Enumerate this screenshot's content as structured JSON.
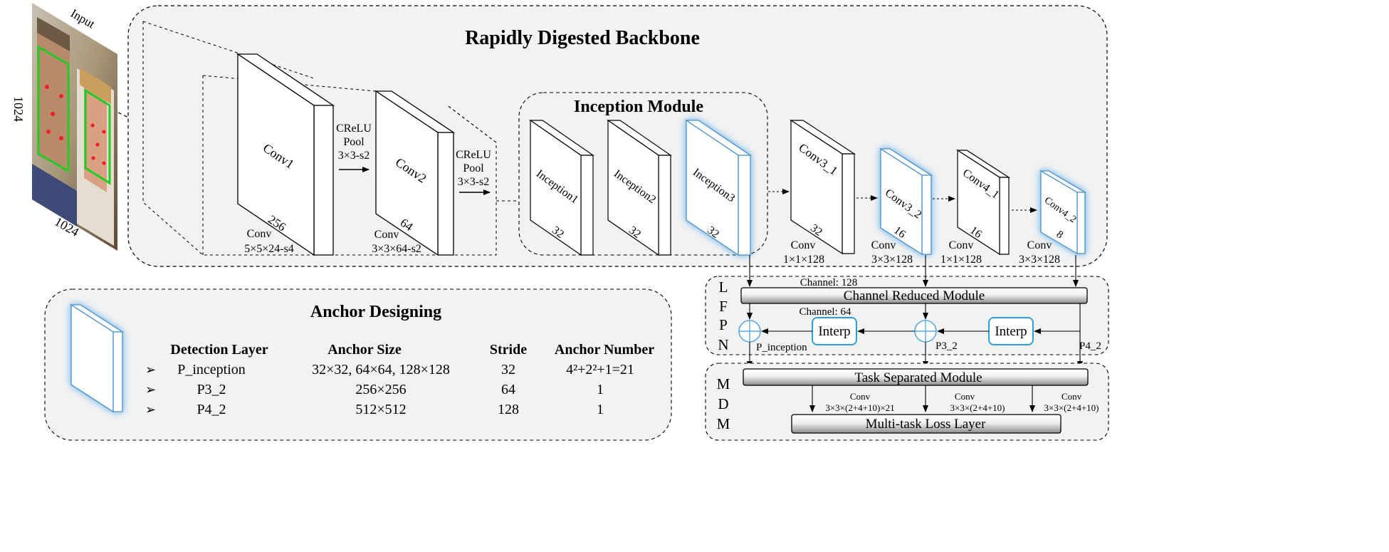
{
  "input": {
    "label": "Input",
    "height_label": "1024",
    "width_label": "1024"
  },
  "backbone": {
    "title": "Rapidly Digested Backbone",
    "conv1": {
      "name": "Conv1",
      "channels": "256",
      "op": "Conv",
      "spec": "5×5×24-s4"
    },
    "conv2": {
      "name": "Conv2",
      "channels": "64",
      "op": "Conv",
      "spec": "3×3×64-s2"
    },
    "pool1": {
      "line1": "CReLU",
      "line2": "Pool",
      "line3": "3×3-s2"
    },
    "pool2": {
      "line1": "CReLU",
      "line2": "Pool",
      "line3": "3×3-s2"
    },
    "inception_module": {
      "title": "Inception Module",
      "blocks": [
        {
          "name": "Inception1",
          "channels": "32"
        },
        {
          "name": "Inception2",
          "channels": "32"
        },
        {
          "name": "Inception3",
          "channels": "32"
        }
      ]
    },
    "conv3_1": {
      "name": "Conv3_1",
      "channels": "32",
      "op": "Conv",
      "spec": "1×1×128"
    },
    "conv3_2": {
      "name": "Conv3_2",
      "channels": "16",
      "op": "Conv",
      "spec": "3×3×128"
    },
    "conv4_1": {
      "name": "Conv4_1",
      "channels": "16",
      "op": "Conv",
      "spec": "1×1×128"
    },
    "conv4_2": {
      "name": "Conv4_2",
      "channels": "8",
      "op": "Conv",
      "spec": "3×3×128"
    }
  },
  "lfpn": {
    "letters": [
      "L",
      "F",
      "P",
      "N"
    ],
    "channel_128": "Channel: 128",
    "channel_64": "Channel: 64",
    "channel_reduced": "Channel Reduced Module",
    "interp": "Interp",
    "p_inception": "P_inception",
    "p3_2": "P3_2",
    "p4_2": "P4_2"
  },
  "mdm": {
    "letters": [
      "M",
      "D",
      "M"
    ],
    "task_separated": "Task Separated Module",
    "loss": "Multi-task Loss Layer",
    "convs": [
      {
        "op": "Conv",
        "spec": "3×3×(2+4+10)×21"
      },
      {
        "op": "Conv",
        "spec": "3×3×(2+4+10)"
      },
      {
        "op": "Conv",
        "spec": "3×3×(2+4+10)"
      }
    ]
  },
  "anchor": {
    "title": "Anchor Designing",
    "headers": [
      "Detection Layer",
      "Anchor Size",
      "Stride",
      "Anchor Number"
    ],
    "rows": [
      {
        "layer": "P_inception",
        "size": "32×32, 64×64, 128×128",
        "stride": "32",
        "number": "4²+2²+1=21"
      },
      {
        "layer": "P3_2",
        "size": "256×256",
        "stride": "64",
        "number": "1"
      },
      {
        "layer": "P4_2",
        "size": "512×512",
        "stride": "128",
        "number": "1"
      }
    ]
  },
  "colors": {
    "panel_fill": "#f2f2f2",
    "highlight": "#5aa9e6",
    "interp_border": "#2b9fd9",
    "face_box": "#22cc22",
    "landmark": "#ee2222"
  }
}
